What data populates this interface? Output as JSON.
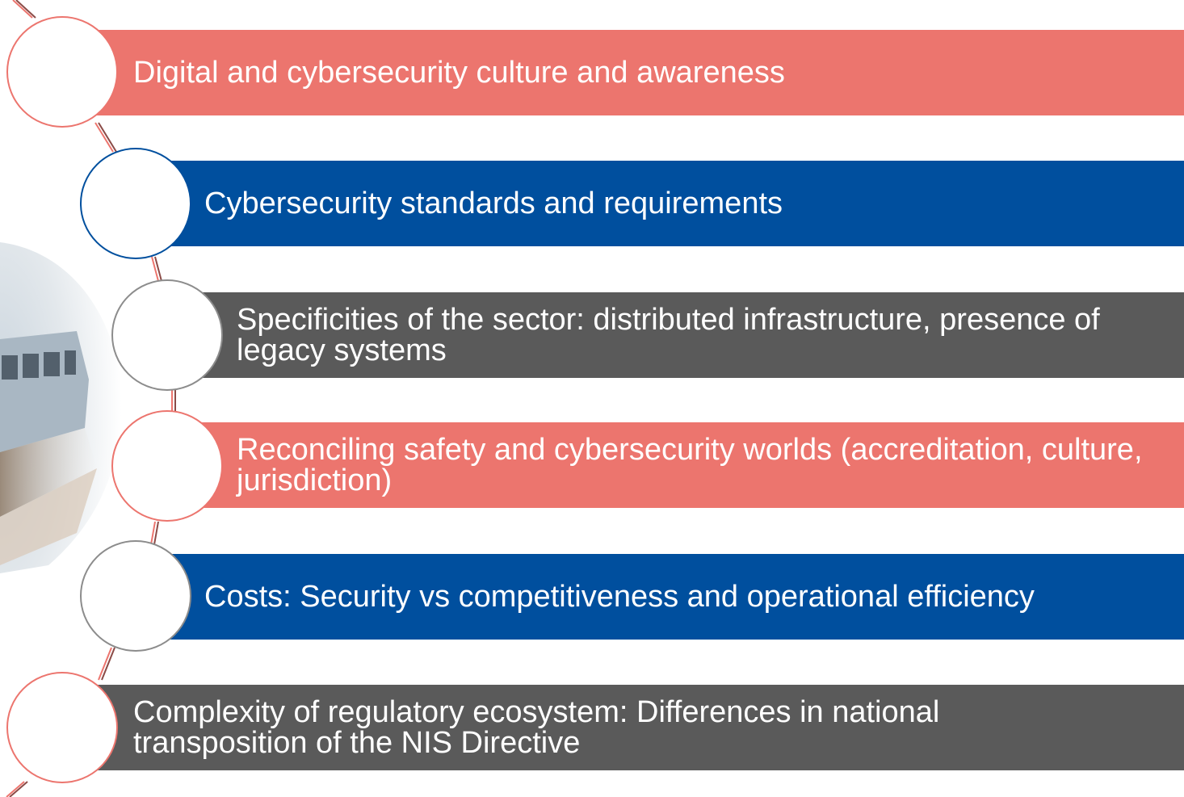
{
  "items": [
    {
      "label": "Digital and cybersecurity culture and awareness",
      "color": "#ec756e"
    },
    {
      "label": "Cybersecurity standards and requirements",
      "color": "#004f9e"
    },
    {
      "label": "Specificities of the sector: distributed infrastructure, presence of legacy systems",
      "color": "#5a5a5a"
    },
    {
      "label": "Reconciling safety and cybersecurity worlds (accreditation, culture, jurisdiction)",
      "color": "#ec756e"
    },
    {
      "label": "Costs: Security vs competitiveness and operational efficiency",
      "color": "#004f9e"
    },
    {
      "label": "Complexity of regulatory ecosystem: Differences in national transposition of the NIS Directive",
      "color": "#5a5a5a"
    }
  ],
  "palette": {
    "coral": "#ec756e",
    "blue": "#004f9e",
    "gray": "#5a5a5a",
    "circle_gray_border": "#8c8c8c"
  }
}
